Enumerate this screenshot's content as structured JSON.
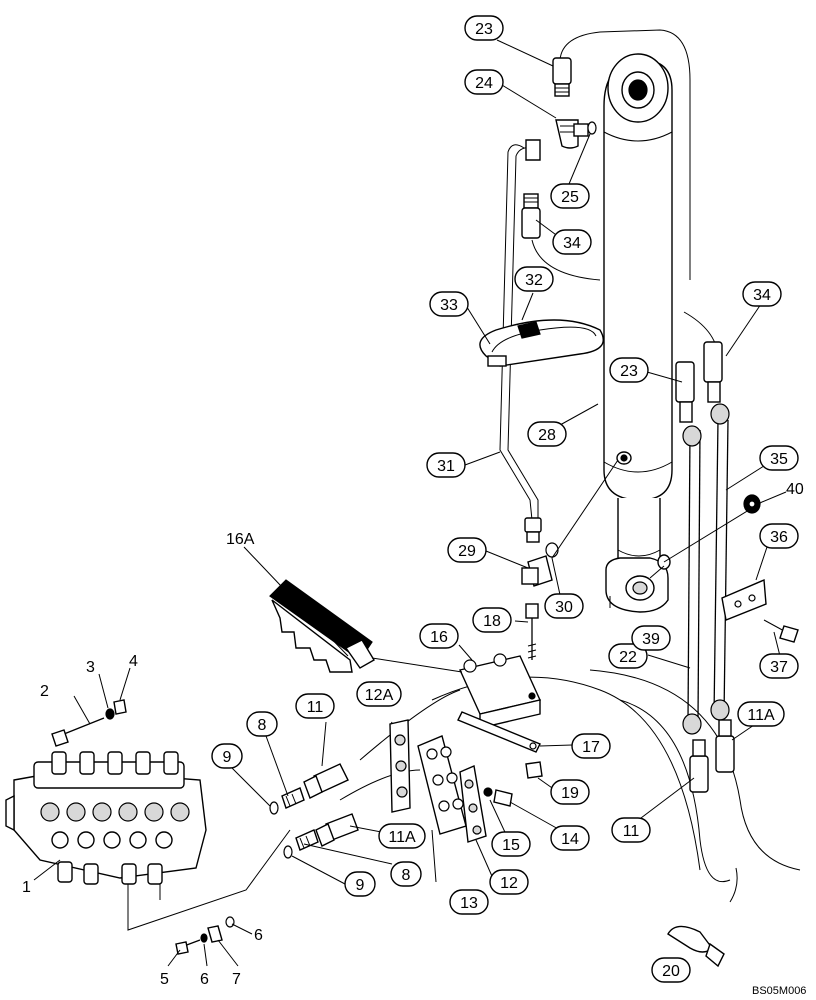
{
  "diagram": {
    "drawing_code": "BS05M006",
    "callouts": [
      {
        "id": "c23a",
        "text": "23"
      },
      {
        "id": "c24",
        "text": "24"
      },
      {
        "id": "c25",
        "text": "25"
      },
      {
        "id": "c34a",
        "text": "34"
      },
      {
        "id": "c32",
        "text": "32"
      },
      {
        "id": "c33",
        "text": "33"
      },
      {
        "id": "c34b",
        "text": "34"
      },
      {
        "id": "c23b",
        "text": "23"
      },
      {
        "id": "c28",
        "text": "28"
      },
      {
        "id": "c31",
        "text": "31"
      },
      {
        "id": "c35",
        "text": "35"
      },
      {
        "id": "c36",
        "text": "36"
      },
      {
        "id": "c29",
        "text": "29"
      },
      {
        "id": "c30",
        "text": "30"
      },
      {
        "id": "c18",
        "text": "18"
      },
      {
        "id": "c16",
        "text": "16"
      },
      {
        "id": "c22",
        "text": "22"
      },
      {
        "id": "c39",
        "text": "39"
      },
      {
        "id": "c37",
        "text": "37"
      },
      {
        "id": "c11a",
        "text": "11"
      },
      {
        "id": "c12A",
        "text": "12A"
      },
      {
        "id": "c11Aa",
        "text": "11A"
      },
      {
        "id": "c17",
        "text": "17"
      },
      {
        "id": "c19",
        "text": "19"
      },
      {
        "id": "c15",
        "text": "15"
      },
      {
        "id": "c14",
        "text": "14"
      },
      {
        "id": "c11Ab",
        "text": "11A"
      },
      {
        "id": "c11b",
        "text": "11"
      },
      {
        "id": "c12",
        "text": "12"
      },
      {
        "id": "c13",
        "text": "13"
      },
      {
        "id": "c8a",
        "text": "8"
      },
      {
        "id": "c9a",
        "text": "9"
      },
      {
        "id": "c8b",
        "text": "8"
      },
      {
        "id": "c9b",
        "text": "9"
      },
      {
        "id": "c20",
        "text": "20"
      }
    ],
    "plain_labels": [
      {
        "id": "p16A",
        "text": "16A"
      },
      {
        "id": "p40",
        "text": "40"
      },
      {
        "id": "p1",
        "text": "1"
      },
      {
        "id": "p2",
        "text": "2"
      },
      {
        "id": "p3",
        "text": "3"
      },
      {
        "id": "p4",
        "text": "4"
      },
      {
        "id": "p5",
        "text": "5"
      },
      {
        "id": "p6a",
        "text": "6"
      },
      {
        "id": "p6b",
        "text": "6"
      },
      {
        "id": "p7",
        "text": "7"
      }
    ]
  }
}
